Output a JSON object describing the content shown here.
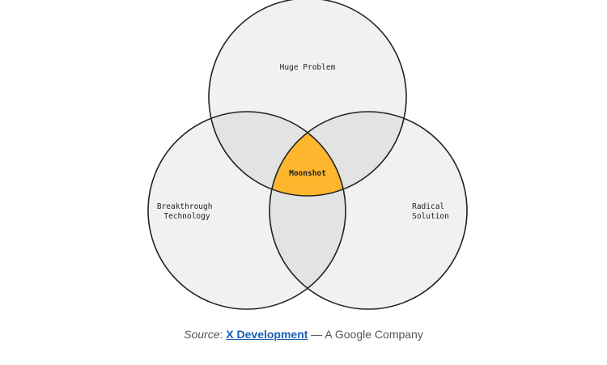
{
  "diagram": {
    "sets": [
      {
        "id": "top",
        "label_lines": [
          "Huge Problem"
        ]
      },
      {
        "id": "left",
        "label_lines": [
          "Breakthrough",
          "Technology"
        ]
      },
      {
        "id": "right",
        "label_lines": [
          "Radical",
          "Solution"
        ]
      }
    ],
    "intersection_label": "Moonshot",
    "colors": {
      "outline": "#222222",
      "single_region": "#f1f1f1",
      "pair_region": "#e3e3e3",
      "center_region": "#fdb62d"
    }
  },
  "caption": {
    "source_label": "Source",
    "separator": ":",
    "link_text": "X Development",
    "suffix": " — A Google Company",
    "link_color": "#1a5fb4"
  }
}
